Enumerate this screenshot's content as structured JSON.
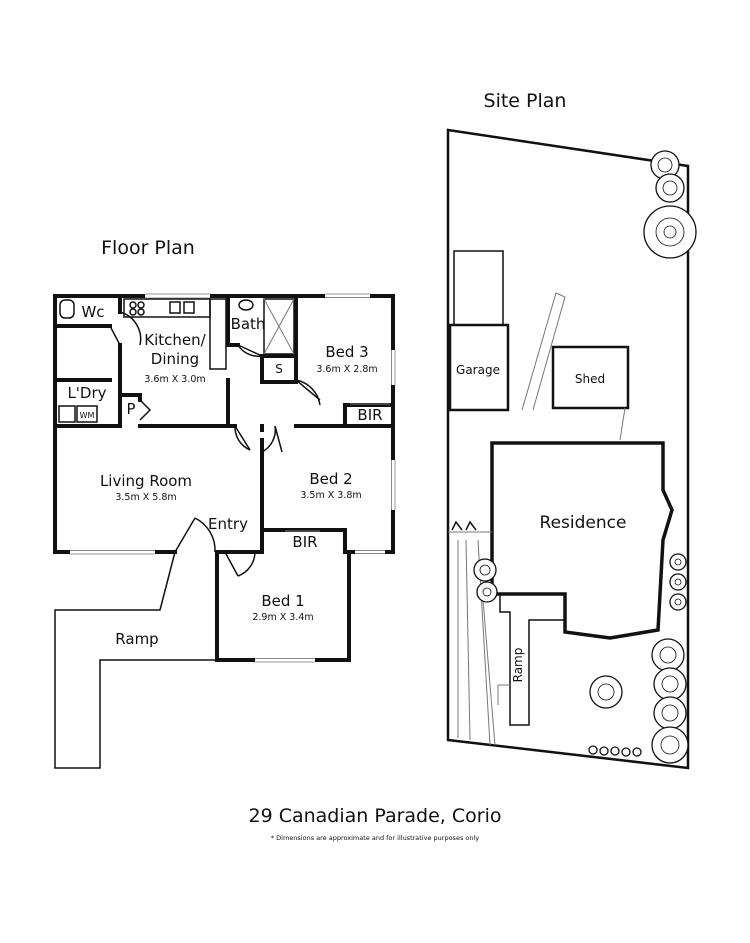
{
  "headings": {
    "floor_plan": "Floor Plan",
    "site_plan": "Site Plan"
  },
  "rooms": {
    "wc": "Wc",
    "kitchen_line1": "Kitchen/",
    "kitchen_line2": "Dining",
    "kitchen_dims": "3.6m X 3.0m",
    "bath": "Bath",
    "shower_s": "S",
    "bed3": "Bed 3",
    "bed3_dims": "3.6m X 2.8m",
    "bed3_bir": "BIR",
    "laundry": "L'Dry",
    "wm": "WM",
    "pantry": "P",
    "living": "Living Room",
    "living_dims": "3.5m X 5.8m",
    "bed2": "Bed 2",
    "bed2_dims": "3.5m X 3.8m",
    "entry": "Entry",
    "bed2_bir": "BIR",
    "bed1": "Bed 1",
    "bed1_dims": "2.9m X 3.4m",
    "ramp": "Ramp"
  },
  "site": {
    "garage": "Garage",
    "shed": "Shed",
    "residence": "Residence",
    "ramp": "Ramp"
  },
  "footer": {
    "address": "29 Canadian Parade, Corio",
    "disclaimer": "* Dimensions are approximate and for illustrative purposes only"
  }
}
